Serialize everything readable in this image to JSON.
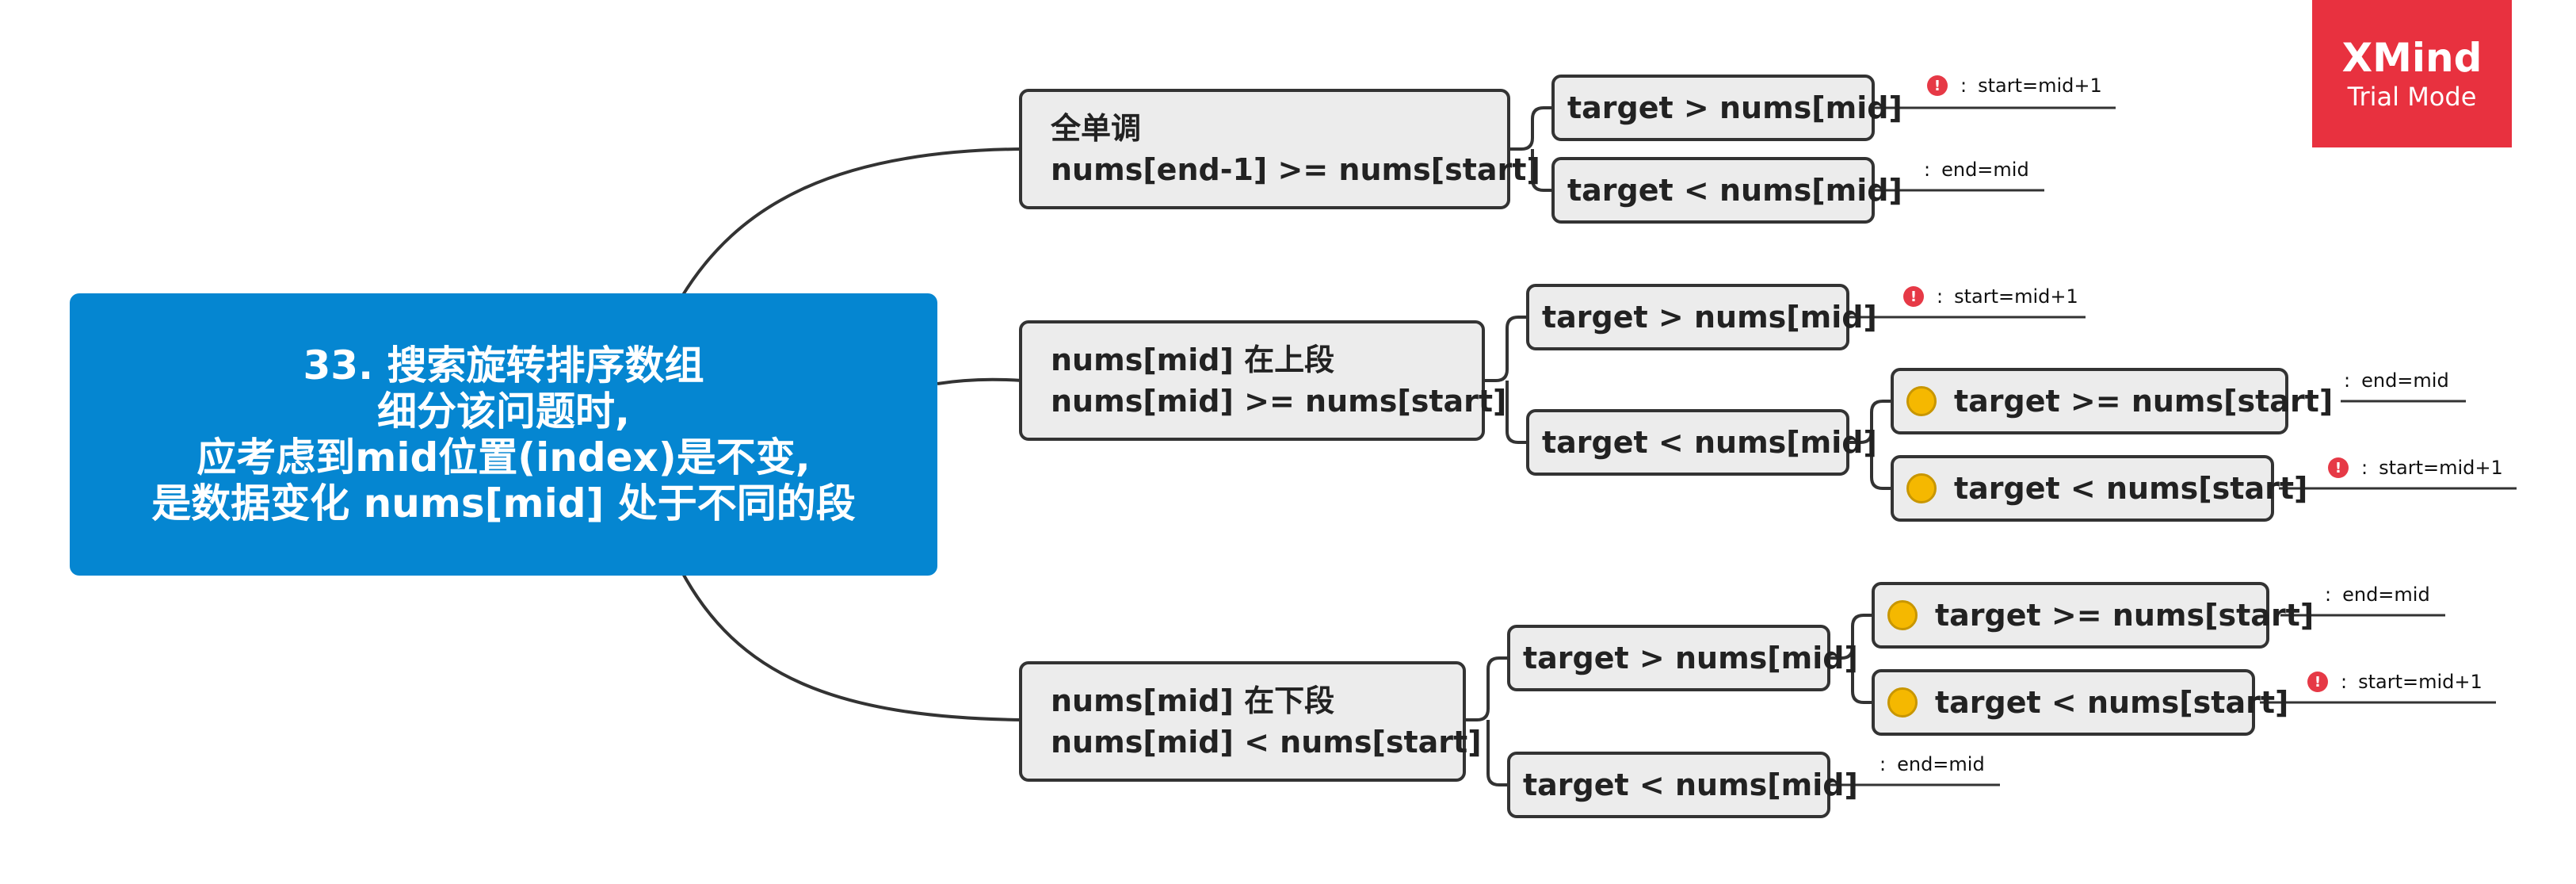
{
  "root": {
    "lines": [
      "33. 搜索旋转排序数组",
      "细分该问题时,",
      "应考虑到mid位置(index)是不变,",
      "是数据变化 nums[mid] 处于不同的段"
    ]
  },
  "branches": [
    {
      "title": "全单调",
      "condition": "nums[end-1] >= nums[start]",
      "children": [
        {
          "label": "target > nums[mid]",
          "result": "start=mid+1",
          "marker": "!"
        },
        {
          "label": "target < nums[mid]",
          "result": "end=mid"
        }
      ]
    },
    {
      "title": "nums[mid] 在上段",
      "condition": "nums[mid] >= nums[start]",
      "children": [
        {
          "label": "target > nums[mid]",
          "result": "start=mid+1",
          "marker": "!"
        },
        {
          "label": "target < nums[mid]",
          "children": [
            {
              "label": "target >= nums[start]",
              "result": "end=mid"
            },
            {
              "label": "target < nums[start]",
              "result": "start=mid+1",
              "marker": "!"
            }
          ]
        }
      ]
    },
    {
      "title": "nums[mid] 在下段",
      "condition": "nums[mid] < nums[start]",
      "children": [
        {
          "label": "target > nums[mid]",
          "children": [
            {
              "label": "target >= nums[start]",
              "result": "end=mid"
            },
            {
              "label": "target < nums[start]",
              "result": "start=mid+1",
              "marker": "!"
            }
          ]
        },
        {
          "label": "target < nums[mid]",
          "result": "end=mid"
        }
      ]
    }
  ],
  "colon": ":",
  "watermark": {
    "brand": "XMind",
    "mode": "Trial Mode"
  },
  "colors": {
    "root": "#0586D1",
    "node_fill": "#ECECEC",
    "line": "#333333",
    "warning": "#E63946",
    "dot": "#F5B800",
    "logo": "#E8313F"
  }
}
